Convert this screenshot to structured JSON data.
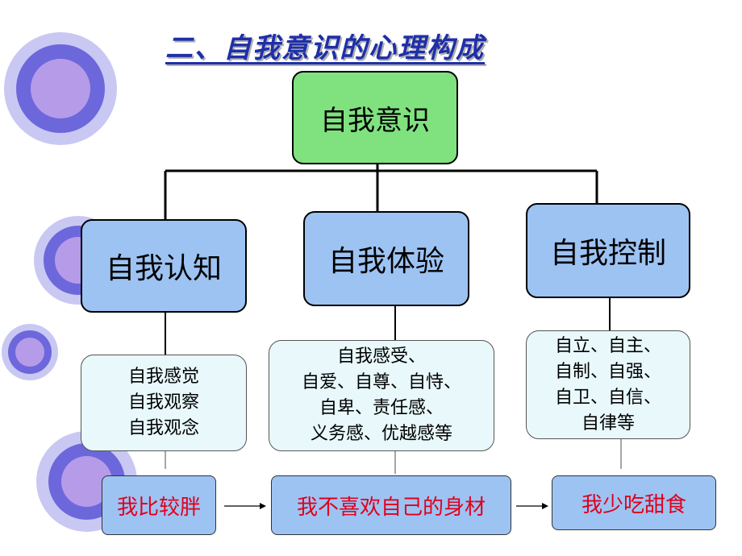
{
  "title": "二、自我意识的心理构成",
  "root": "自我意识",
  "categories": [
    {
      "label": "自我认知",
      "details": [
        "自我感觉",
        "自我观察",
        "自我观念"
      ],
      "example": "我比较胖"
    },
    {
      "label": "自我体验",
      "details": [
        "自我感受、",
        "自爱、自尊、自恃、",
        "自卑、责任感、",
        "义务感、优越感等"
      ],
      "example": "我不喜欢自己的身材"
    },
    {
      "label": "自我控制",
      "details": [
        "自立、自主、",
        "自制、自强、",
        "自卫、自信、",
        "自律等"
      ],
      "example": "我少吃甜食"
    }
  ],
  "colors": {
    "root": "#7fe27f",
    "category": "#9dc3f3",
    "detail": "#e8f8fb",
    "example_text": "#e0001b",
    "title": "#1f2fa8"
  }
}
